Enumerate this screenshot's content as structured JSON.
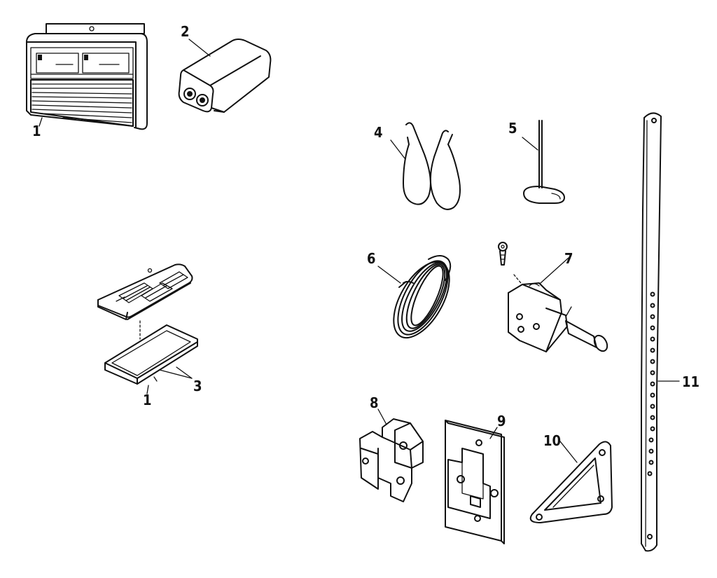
{
  "callouts": {
    "c1_top": "1",
    "c2": "2",
    "c3": "3",
    "c1_bottom": "1",
    "c4": "4",
    "c5": "5",
    "c6": "6",
    "c7": "7",
    "c8": "8",
    "c9": "9",
    "c10": "10",
    "c11": "11"
  },
  "ink_color": "#111111",
  "background_color": "#ffffff"
}
